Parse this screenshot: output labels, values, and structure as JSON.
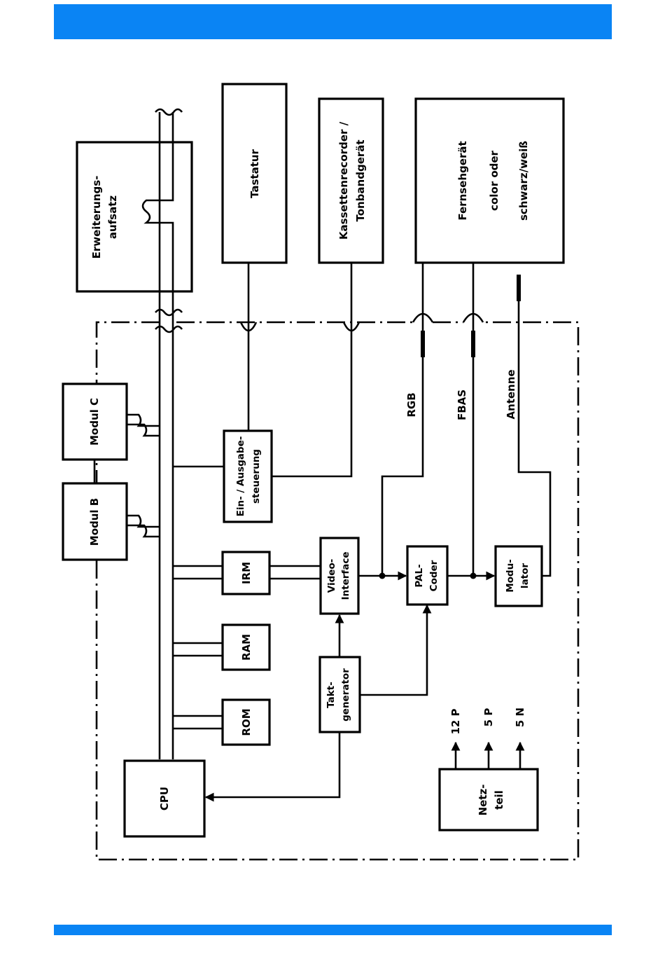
{
  "header_bar": {
    "color": "#0a84f4"
  },
  "footer_bar": {
    "color": "#0a84f4"
  },
  "blocks": {
    "erweiterung": {
      "line1": "Erweiterungs-",
      "line2": "aufsatz"
    },
    "tastatur": {
      "line1": "Tastatur"
    },
    "kassette": {
      "line1": "Kassettenrecorder /",
      "line2": "Tonbandgerät"
    },
    "fernseh": {
      "line1": "Fernsehgerät",
      "line2": "color   oder",
      "line3": "schwarz/weiß"
    },
    "modul_c": {
      "line1": "Modul C"
    },
    "modul_b": {
      "line1": "Modul B"
    },
    "io": {
      "line1": "Ein- / Ausgabe-",
      "line2": "steuerung"
    },
    "irm": {
      "line1": "IRM"
    },
    "ram": {
      "line1": "RAM"
    },
    "rom": {
      "line1": "ROM"
    },
    "cpu": {
      "line1": "CPU"
    },
    "video": {
      "line1": "Video-",
      "line2": "Interface"
    },
    "pal": {
      "line1": "PAL-",
      "line2": "Coder"
    },
    "modulator": {
      "line1": "Modu-",
      "line2": "lator"
    },
    "takt": {
      "line1": "Takt-",
      "line2": "generator"
    },
    "netzteil": {
      "line1": "Netz-",
      "line2": "teil"
    }
  },
  "signals": {
    "rgb": "RGB",
    "fbas": "FBAS",
    "antenne": "Antenne"
  },
  "power": {
    "p12": "12 P",
    "p5": "5 P",
    "n5": "5 N"
  }
}
